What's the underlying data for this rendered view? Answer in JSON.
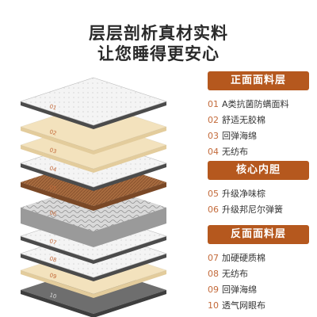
{
  "header": {
    "line1": "层层剖析真材实料",
    "line2": "让您睡得更安心"
  },
  "colors": {
    "accent": "#b5581e",
    "number": "#c36a3a",
    "white_layer": "#f1f1f1",
    "cream_layer": "#f3e2bd",
    "coir_layer": "#a56a3e",
    "spring_layer": "#cfcfcf",
    "grey_layer": "#6e6e6e"
  },
  "layers": [
    {
      "label": "01",
      "kind": "white"
    },
    {
      "label": "02",
      "kind": "cream"
    },
    {
      "label": "03",
      "kind": "cream"
    },
    {
      "label": "04",
      "kind": "white"
    },
    {
      "label": "05",
      "kind": "coir"
    },
    {
      "label": "06",
      "kind": "spring"
    },
    {
      "label": "07",
      "kind": "white"
    },
    {
      "label": "08",
      "kind": "white"
    },
    {
      "label": "09",
      "kind": "cream"
    },
    {
      "label": "10",
      "kind": "grey"
    }
  ],
  "sections": [
    {
      "title": "正面面料层",
      "items": [
        {
          "num": "01",
          "text": "A类抗菌防螨面料"
        },
        {
          "num": "02",
          "text": "舒适无胶棉"
        },
        {
          "num": "03",
          "text": "回弹海绵"
        },
        {
          "num": "04",
          "text": "无纺布"
        }
      ]
    },
    {
      "title": "核心内胆",
      "items": [
        {
          "num": "05",
          "text": "升级净味棕"
        },
        {
          "num": "06",
          "text": "升级邦尼尔弹簧"
        }
      ]
    },
    {
      "title": "反面面料层",
      "items": [
        {
          "num": "07",
          "text": "加硬硬质棉"
        },
        {
          "num": "08",
          "text": "无纺布"
        },
        {
          "num": "09",
          "text": "回弹海绵"
        },
        {
          "num": "10",
          "text": "透气网眼布"
        }
      ]
    }
  ]
}
